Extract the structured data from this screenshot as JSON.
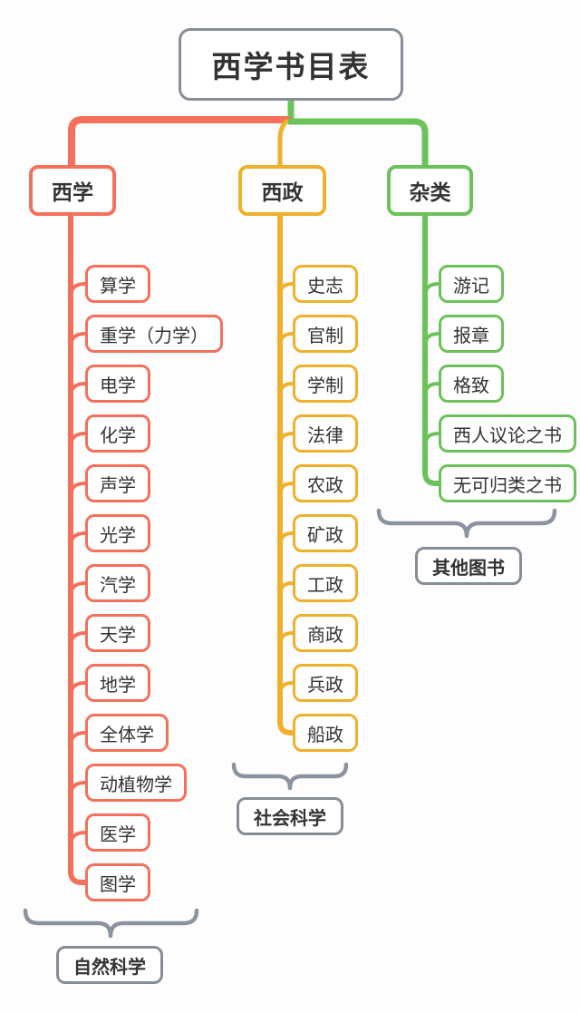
{
  "title": "西学书目表",
  "colors": {
    "branch_red": "#f5705b",
    "branch_yellow": "#efb02b",
    "branch_green": "#6cc25a",
    "frame_gray": "#868d96",
    "text": "#333333"
  },
  "branches": [
    {
      "label": "西学",
      "color": "#f5705b",
      "children": [
        "算学",
        "重学（力学）",
        "电学",
        "化学",
        "声学",
        "光学",
        "汽学",
        "天学",
        "地学",
        "全体学",
        "动植物学",
        "医学",
        "图学"
      ],
      "category": "自然科学"
    },
    {
      "label": "西政",
      "color": "#efb02b",
      "children": [
        "史志",
        "官制",
        "学制",
        "法律",
        "农政",
        "矿政",
        "工政",
        "商政",
        "兵政",
        "船政"
      ],
      "category": "社会科学"
    },
    {
      "label": "杂类",
      "color": "#6cc25a",
      "children": [
        "游记",
        "报章",
        "格致",
        "西人议论之书",
        "无可归类之书"
      ],
      "category": "其他图书"
    }
  ]
}
